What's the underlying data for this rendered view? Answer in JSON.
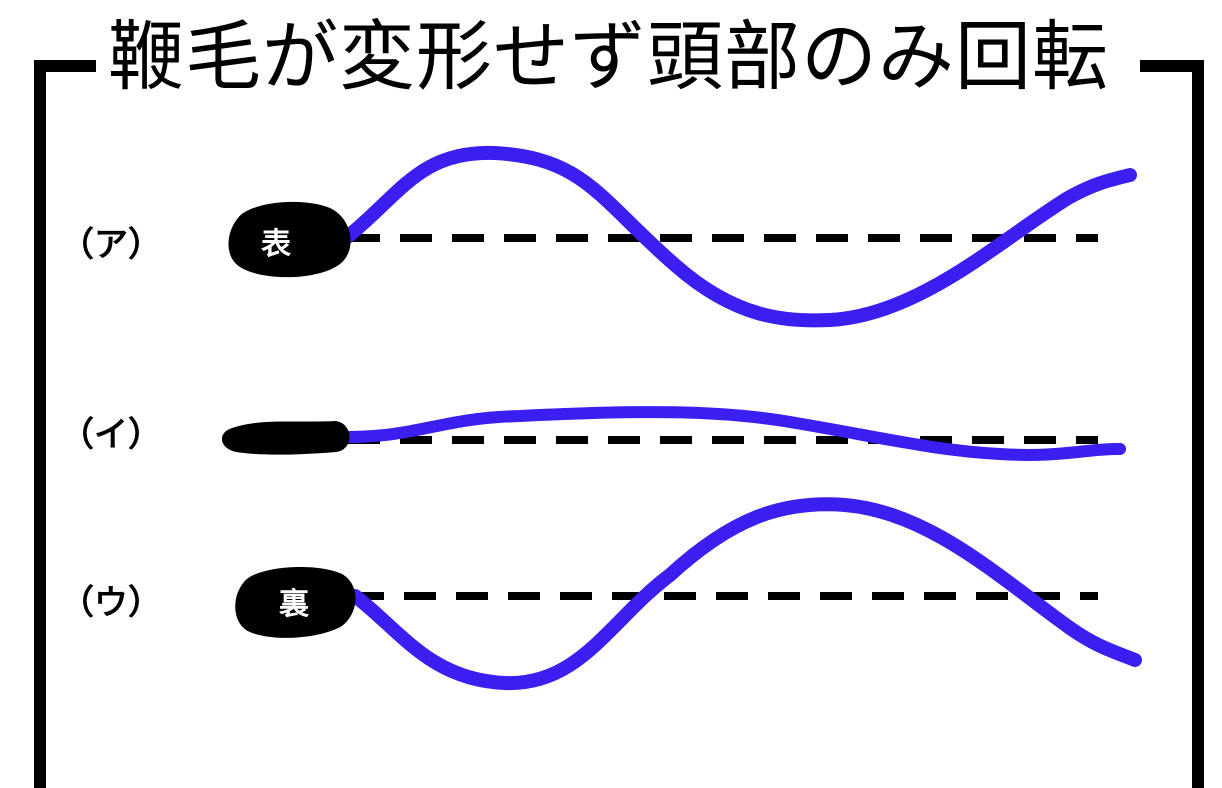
{
  "title": "鞭毛が変形せず頭部のみ回転",
  "colors": {
    "flagellum": "#3b1ef0",
    "head": "#000000",
    "frame": "#000000",
    "background": "#ffffff"
  },
  "rows": [
    {
      "label": "（ア）",
      "head_text": "表"
    },
    {
      "label": "（イ）",
      "head_text": ""
    },
    {
      "label": "（ウ）",
      "head_text": "裏"
    }
  ]
}
